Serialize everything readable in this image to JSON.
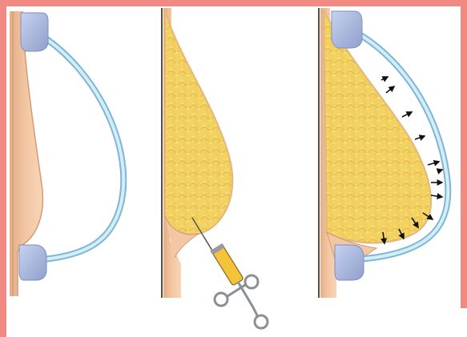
{
  "figure": {
    "panels": [
      {
        "id": "expander-only",
        "arrows": 0
      },
      {
        "id": "fat-injection",
        "arrows": 0
      },
      {
        "id": "expansion-with-fat",
        "arrows": 12
      }
    ]
  },
  "colors": {
    "frame": "#f08a82",
    "skin": "#f3c7a3",
    "skin_shadow": "#e4ad88",
    "fat": "#f2d260",
    "fat_vein": "#e8b24a",
    "cup": "#a9b7dc",
    "tube": "#b9e0f2",
    "syringe_fluid": "#f3c43a",
    "metal": "#8c8f95"
  },
  "icons": [
    "syringe-icon",
    "arrow-icon"
  ]
}
